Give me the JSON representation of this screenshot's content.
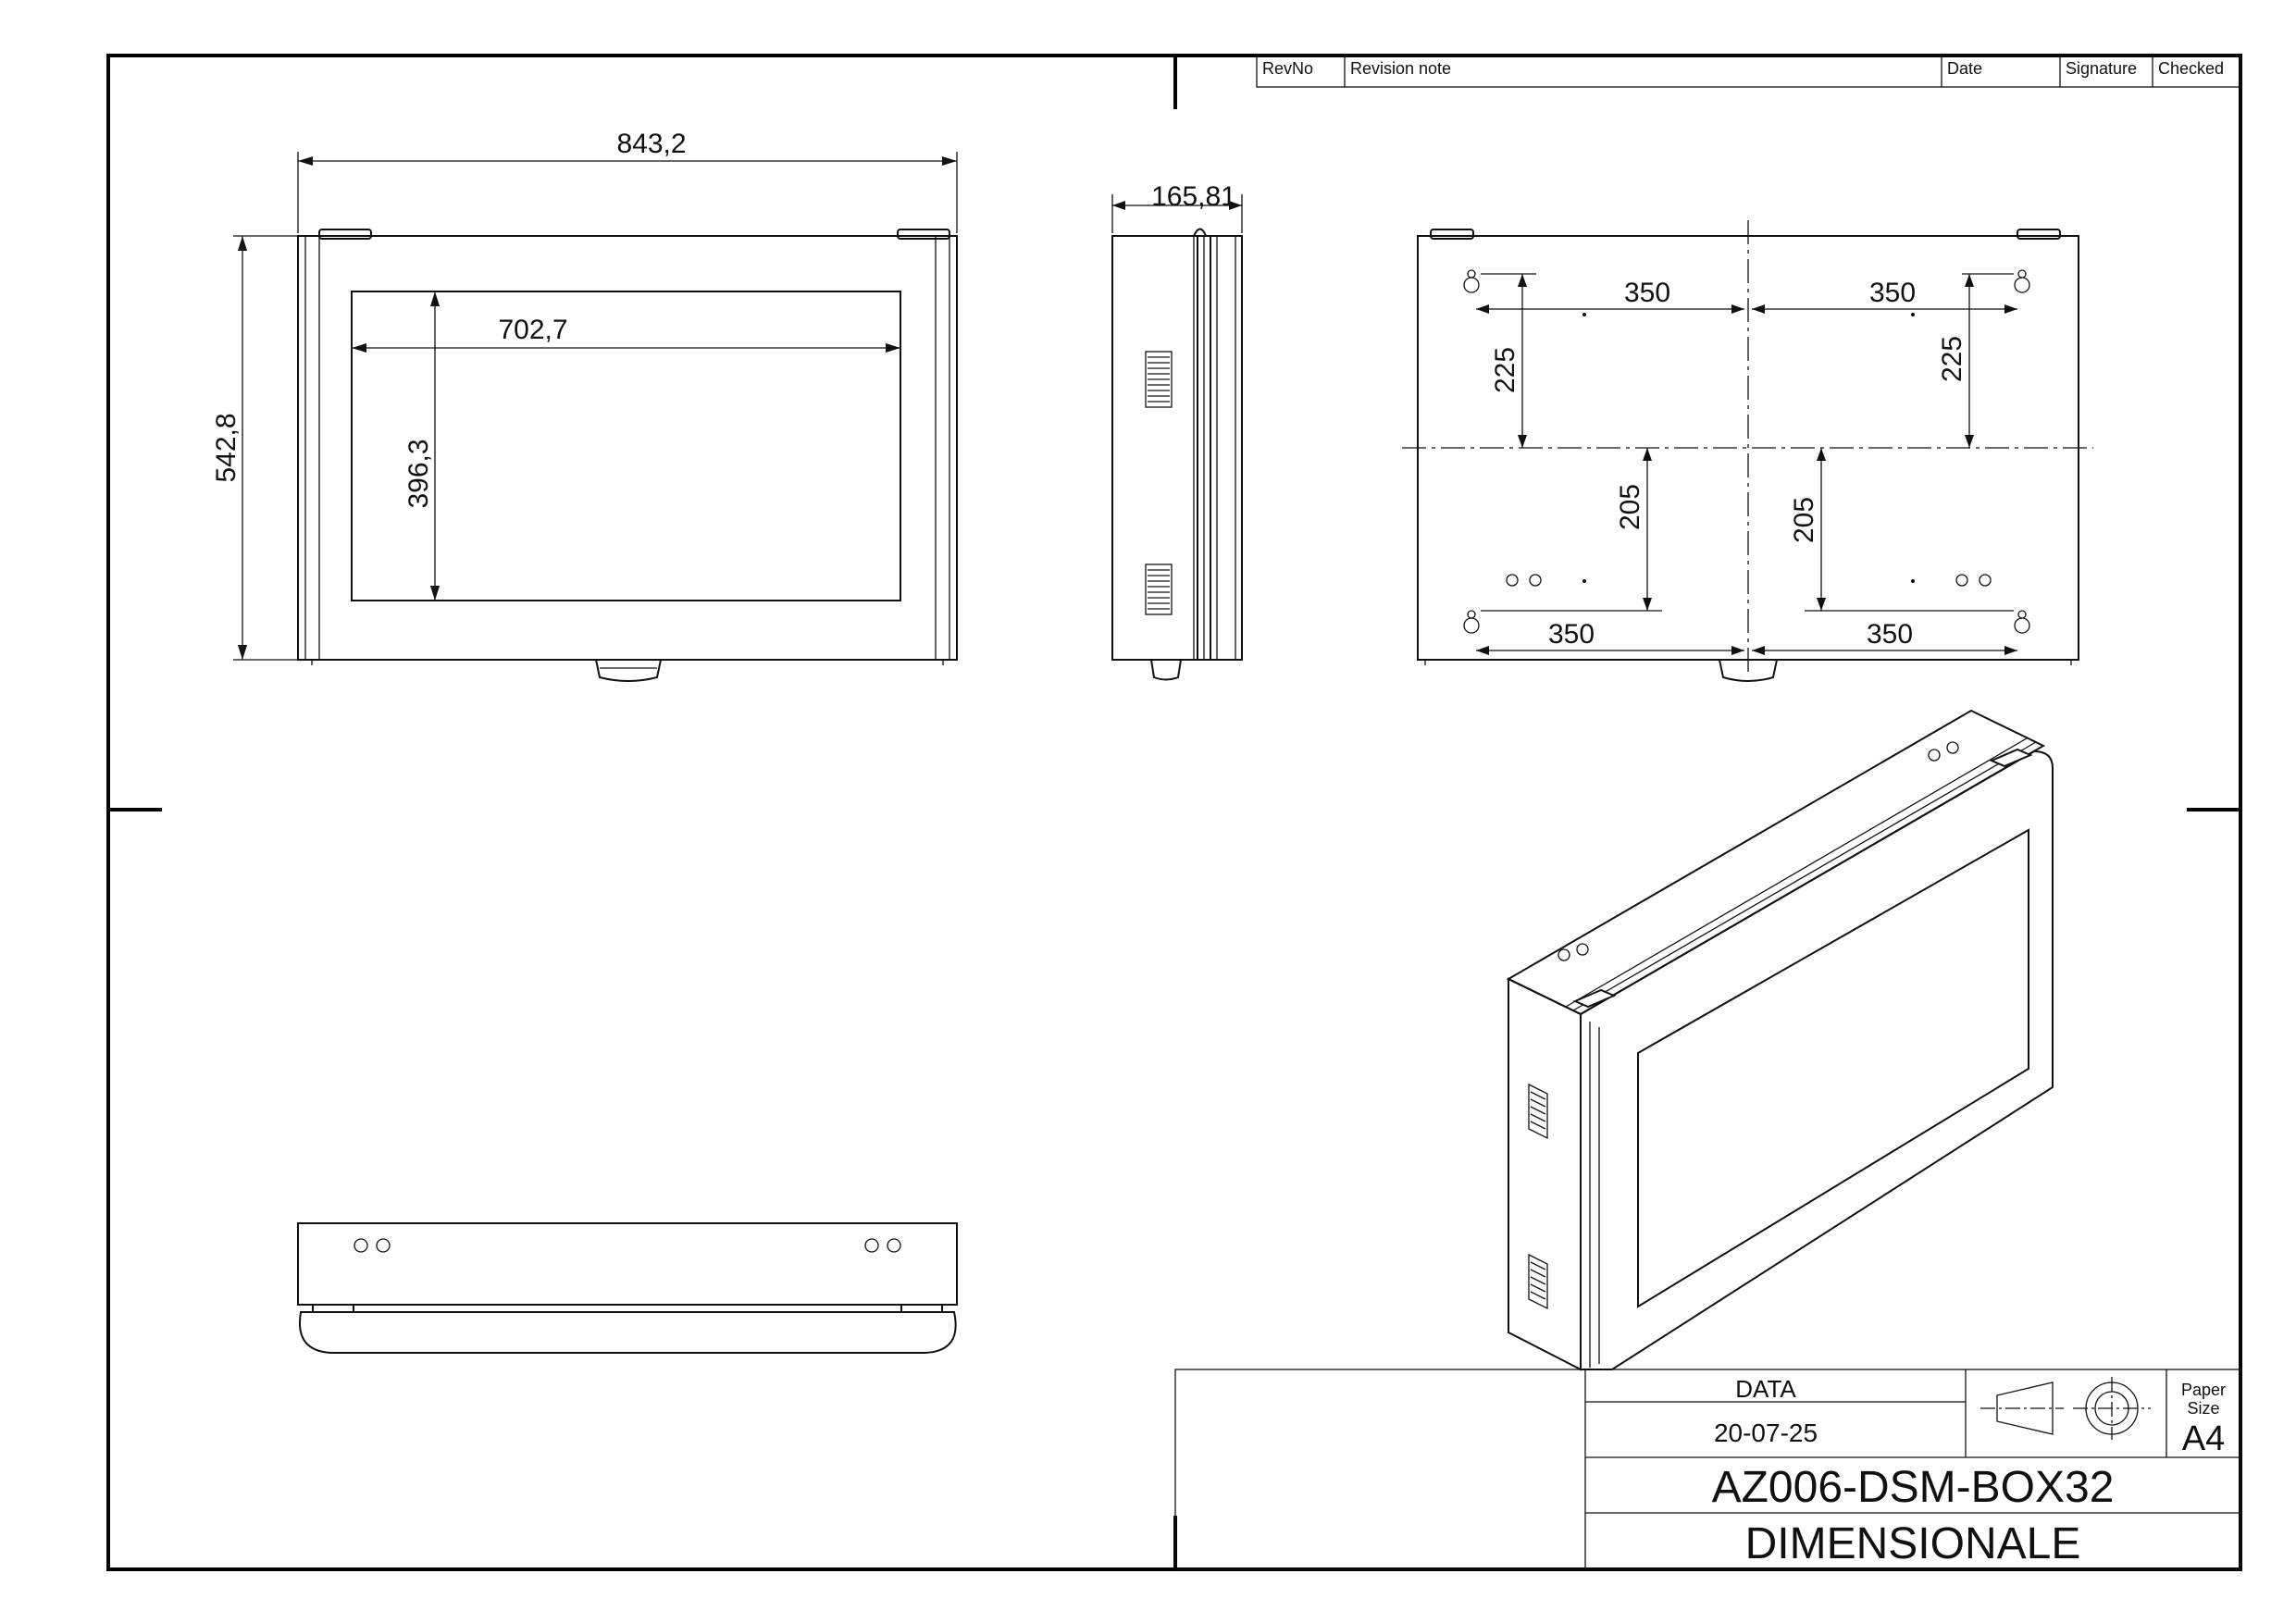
{
  "revision_table": {
    "headers": [
      "RevNo",
      "Revision note",
      "Date",
      "Signature",
      "Checked"
    ]
  },
  "front_view": {
    "overall_width": "843,2",
    "overall_height": "542,8",
    "screen_width": "702,7",
    "screen_height": "396,3"
  },
  "side_view": {
    "depth": "165,81"
  },
  "rear_view": {
    "upper_left_spacing": "350",
    "upper_right_spacing": "350",
    "upper_left_height": "225",
    "upper_right_height": "225",
    "lower_left_height": "205",
    "lower_right_height": "205",
    "lower_left_spacing": "350",
    "lower_right_spacing": "350"
  },
  "title_block": {
    "data_label": "DATA",
    "date": "20-07-25",
    "paper_size_label": "Paper Size",
    "paper_size": "A4",
    "drawing_number": "AZ006-DSM-BOX32",
    "drawing_title": "DIMENSIONALE"
  }
}
